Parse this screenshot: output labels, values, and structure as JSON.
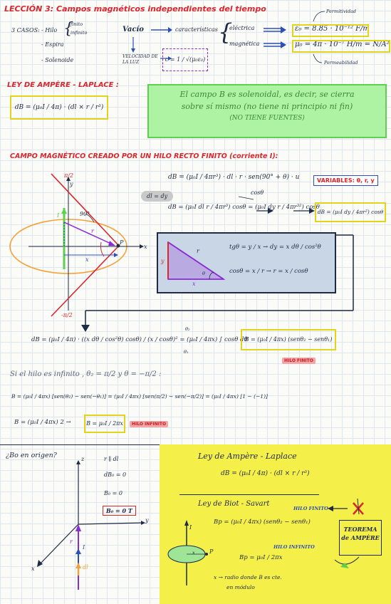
{
  "header": {
    "title": "LECCIÓN 3: Campos magnéticos independientes del tiempo",
    "casos_label": "3 CASOS:",
    "casos": [
      "- Hilo",
      "- Espira",
      "- Solenoide"
    ],
    "hilo_tipos": [
      "finito",
      "infinito"
    ]
  },
  "vacio": {
    "label": "Vacío",
    "caracteristicas": "características",
    "electrica": "eléctrica",
    "magnetica": "magnética",
    "eps": "ε₀ = 8.85 · 10⁻¹² F/m",
    "mu": "μ₀ = 4π · 10⁻⁷ H/m = N/A²",
    "permitividad": "Permitividad",
    "permeabilidad": "Permeabilidad",
    "vel_luz": "VELOCIDAD DE LA LUZ",
    "c_formula": "c = 1 / √(μ₀ε₀)"
  },
  "ley_ampere": {
    "title": "LEY DE AMPÈRE - LAPLACE :",
    "formula": "dB = (μ₀I / 4π) · (dl × r / r³)"
  },
  "solenoidal": {
    "line1": "El campo B es solenoidal, es decir, se cierra",
    "line2": "sobre sí mismo (no tiene ni principio ni fin)",
    "line3": "(NO TIENE FUENTES)"
  },
  "hilo": {
    "title": "CAMPO MAGNÉTICO CREADO POR UN HILO RECTO FINITO (corriente I):",
    "variables": "VARIABLES: θ, r, y",
    "eq1": "dB = (μ₀I / 4πr³) · dl · r · sen(90° + θ) · u",
    "cos_theta": "cosθ",
    "dl_dy": "dl = dy",
    "eq2": "dB = (μ₀I dl r / 4πr³) cosθ = (μ₀I dy r / 4πr³²) cosθ",
    "eq2_result": "dB = (μ₀I dy / 4πr²) cosθ",
    "tg": "tgθ = y / x → dy = x dθ / cos²θ",
    "cos": "cosθ = x / r → r = x / cosθ",
    "r_label": "r",
    "x_label": "x",
    "y_label": "y",
    "theta_label": "θ",
    "pi2": "π/2",
    "mpi2": "-π/2",
    "deg90": "90°",
    "P": "P",
    "I": "I"
  },
  "integral": {
    "eq": "dB = (μ₀I / 4π) · ((x dθ / cos²θ) cosθ) / (x / cosθ)² = (μ₀I / 4πx) ∫ cosθ dθ",
    "lim_top": "θ₂",
    "lim_bot": "θ₁",
    "result": "B = (μ₀I / 4πx) (senθ₂ − senθ₁)",
    "result_tag": "HILO FINITO"
  },
  "infinito": {
    "condition": "Si el hilo es infinito , θ₂ = π/2 y θ = −π/2 :",
    "eq": "B = (μ₀I / 4πx) [sen(θ₂) − sen(−θ₁)] = (μ₀I / 4πx) [sen(π/2) − sen(−π/2)] = (μ₀I / 4πx) [1 − (−1)]",
    "eq2": "B = (μ₀I / 4πx) 2 →",
    "result": "B = μ₀I / 2πx",
    "tag": "HILO INFINITO"
  },
  "origen": {
    "question": "¿Bo en origen?",
    "steps": [
      "r ∥ dl",
      "dB₀ = 0",
      "B₀ = 0",
      "B₀ = 0 T"
    ],
    "axes": [
      "z",
      "y",
      "x"
    ],
    "r_vec": "r",
    "I": "I",
    "dl": "dl"
  },
  "summary": {
    "ampere_title": "Ley de Ampère - Laplace",
    "ampere_formula": "dB = (μ₀I / 4π) · (dl × r / r³)",
    "biot_title": "Ley de Biot - Savart",
    "finite_tag": "HILO FINITO",
    "infinite_tag": "HILO INFINITO",
    "bp_finite": "Bp = (μ₀I / 4πx) (senθ₂ − senθ₁)",
    "bp_infinite": "Bp = μ₀I / 2πx",
    "teorema": "TEOREMA de AMPÈRE",
    "note_line1": "x → radio donde B es cte.",
    "note_line2": "en módulo",
    "P": "P",
    "I": "I",
    "x": "x"
  },
  "colors": {
    "red": "#d9262c",
    "ink": "#1f2a44",
    "green": "#5fcf52",
    "yellow": "#f5f049",
    "purple": "#8a2bd6",
    "orange": "#f2a23a",
    "blue": "#2c4fb8"
  }
}
